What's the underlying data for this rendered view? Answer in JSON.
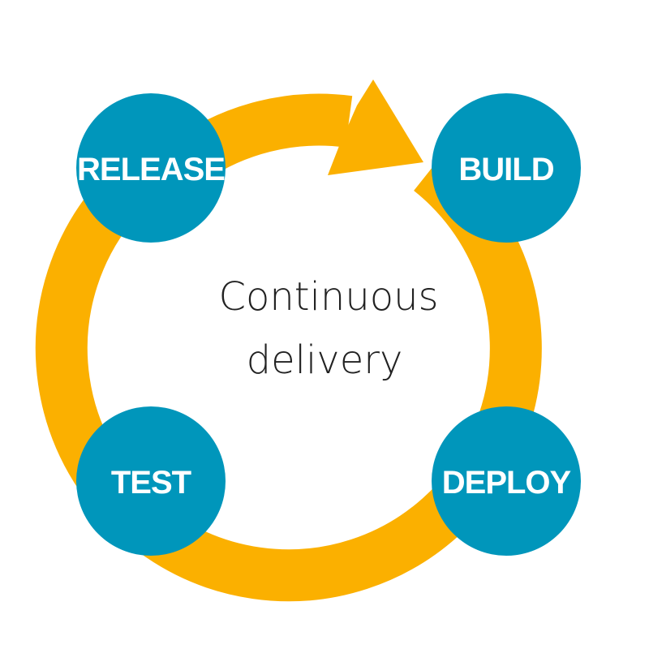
{
  "diagram": {
    "center_title_line1": "Continuous",
    "center_title_line2": "delivery",
    "nodes": [
      {
        "id": "release",
        "label": "RELEASE"
      },
      {
        "id": "build",
        "label": "BUILD"
      },
      {
        "id": "deploy",
        "label": "DEPLOY"
      },
      {
        "id": "test",
        "label": "TEST"
      }
    ],
    "colors": {
      "ring": "#FBB000",
      "node": "#0096BB",
      "node_text": "#FFFFFF",
      "center_text": "#222222"
    }
  }
}
